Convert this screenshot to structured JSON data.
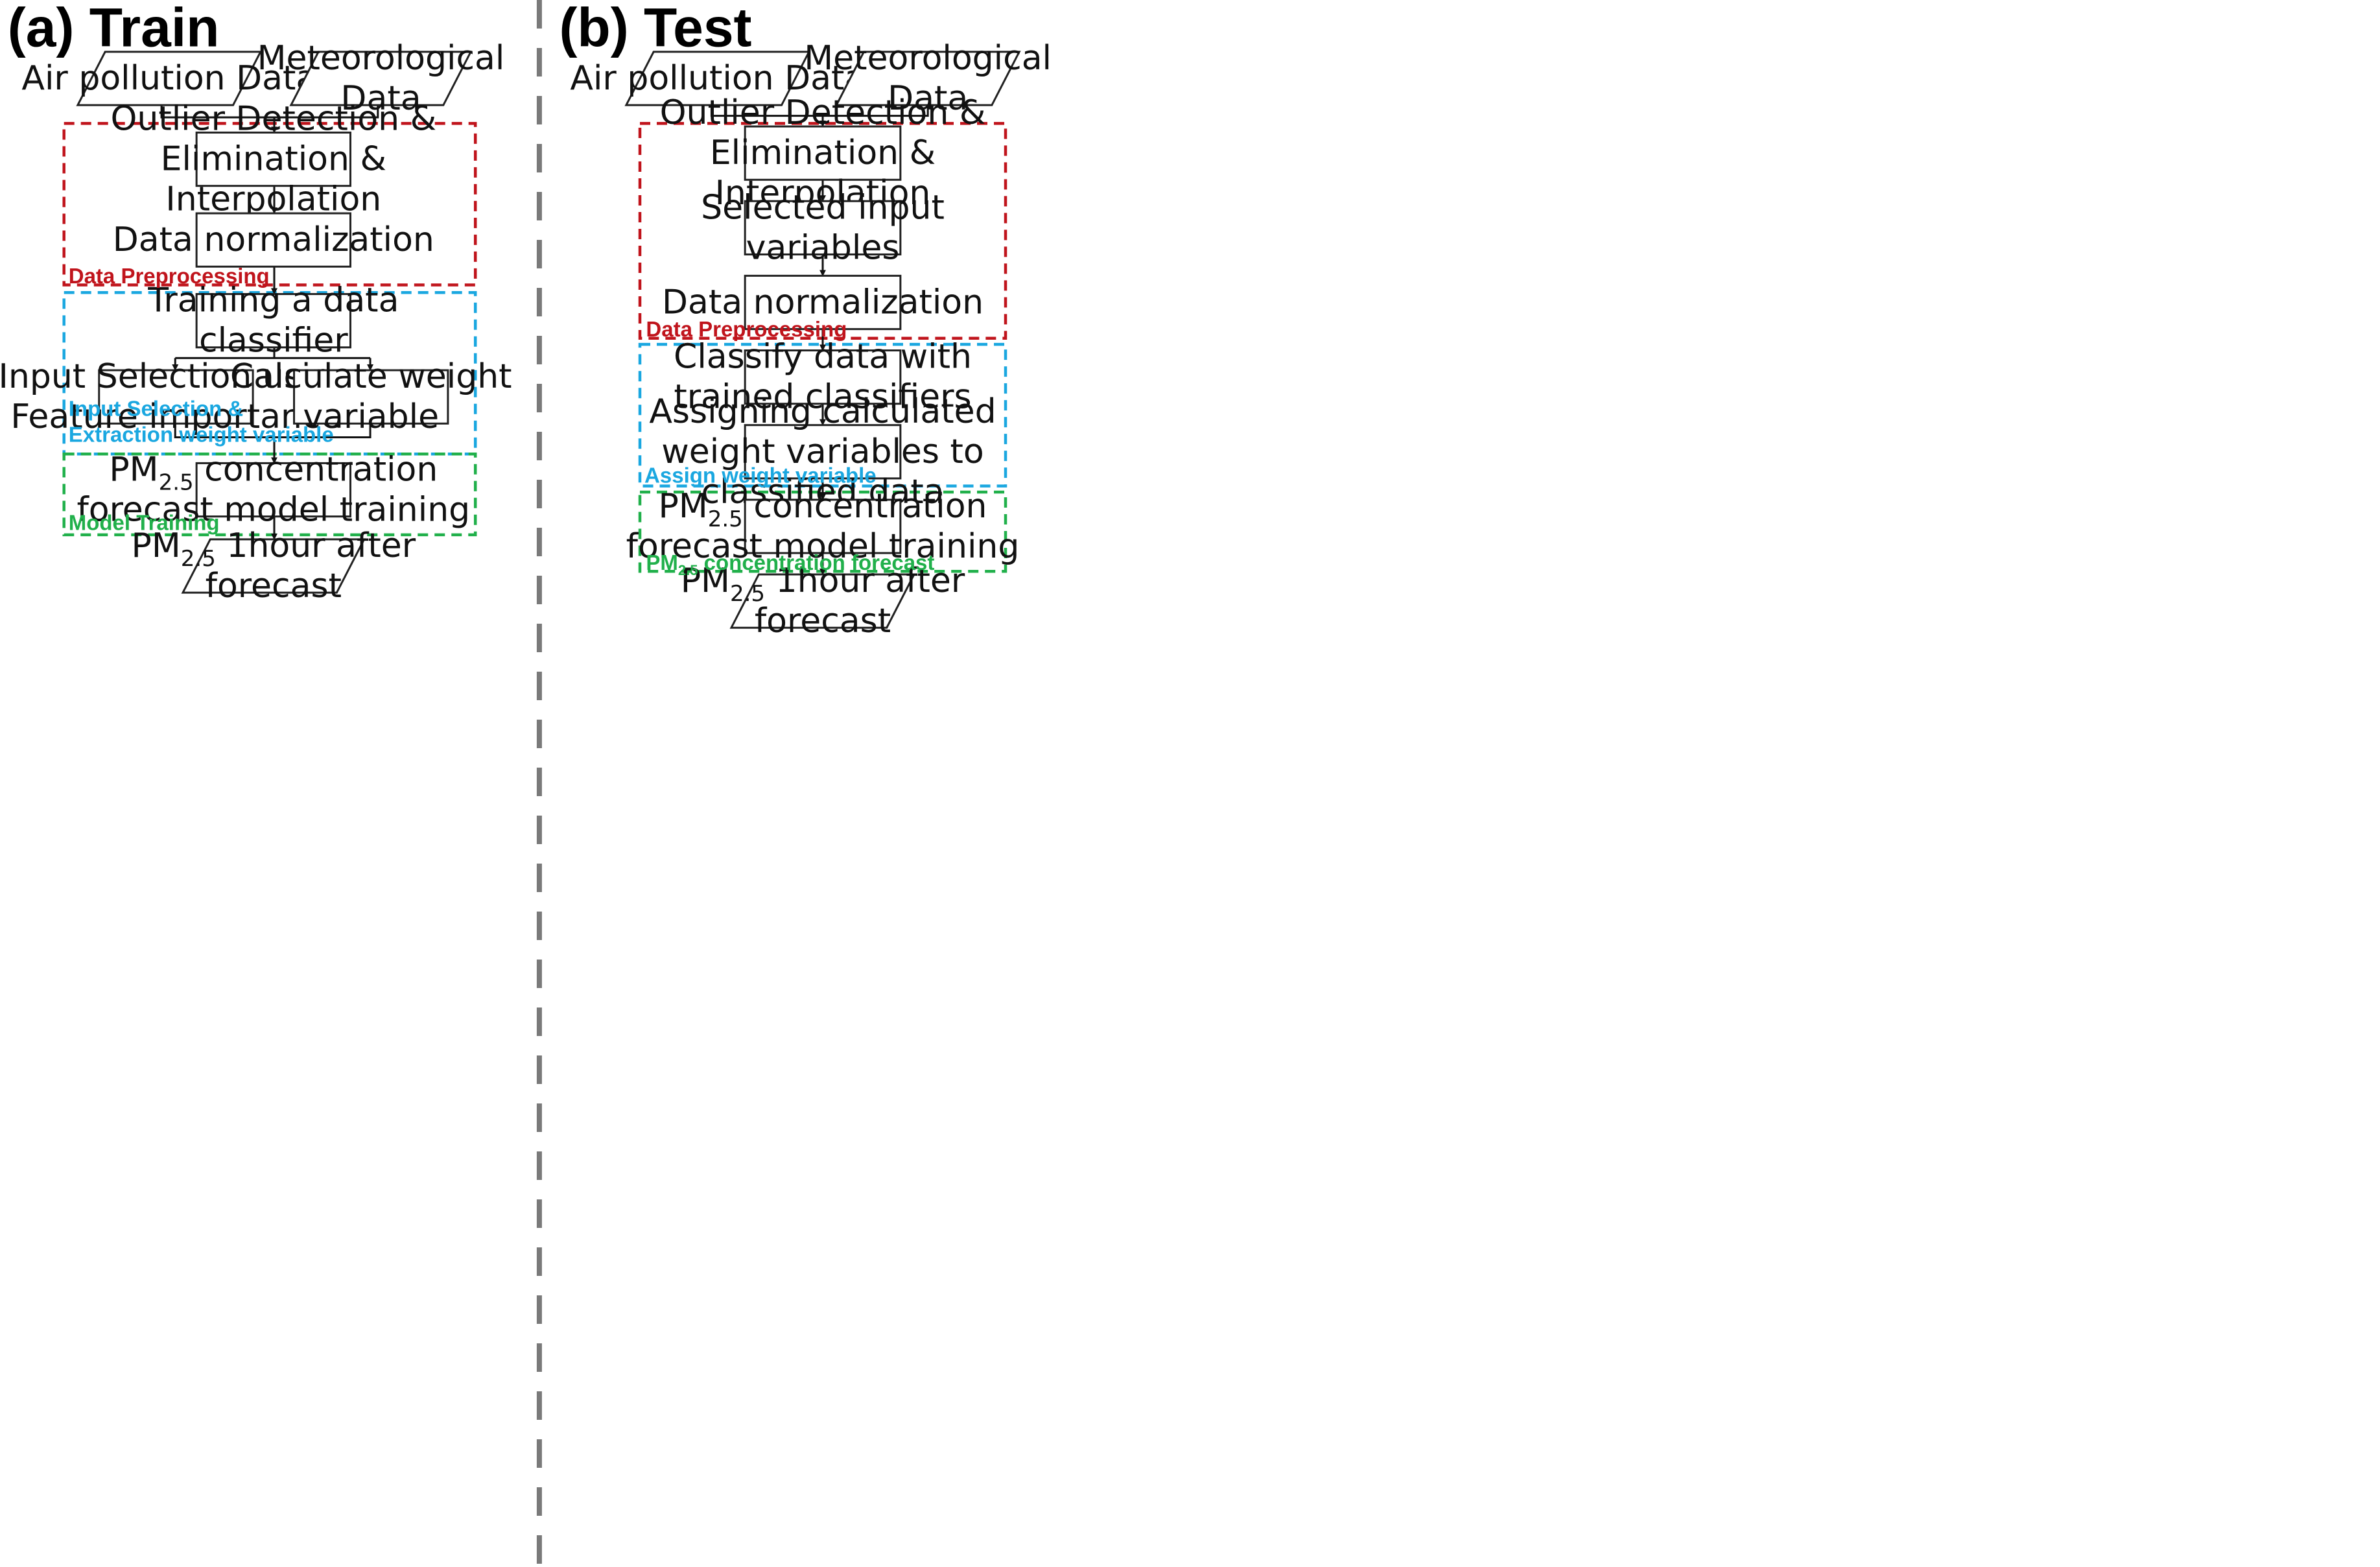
{
  "panels": {
    "train": {
      "title": "(a) Train",
      "nodes": {
        "air": [
          "Air pollution Data"
        ],
        "met": [
          "Meteorological",
          "Data"
        ],
        "outlier": [
          "Outlier Detection &",
          "Elimination &",
          "Interpolation"
        ],
        "norm": [
          "Data normalization"
        ],
        "classifier": [
          "Training a data",
          "classifier"
        ],
        "inputsel": [
          "Input Selection using",
          "Feature importance"
        ],
        "weight": [
          "Calculate weight",
          "variable"
        ],
        "pmtrain": [
          [
            {
              "t": "PM"
            },
            {
              "t": "2.5",
              "sub": true
            },
            {
              "t": " concentration"
            }
          ],
          "forecast model training"
        ],
        "pmout": [
          [
            {
              "t": "PM"
            },
            {
              "t": "2.5",
              "sub": true
            },
            {
              "t": " 1hour after"
            }
          ],
          "forecast"
        ]
      },
      "groups": {
        "pre": {
          "label": [
            "Data Preprocessing"
          ],
          "color": "#c0141c"
        },
        "sel": {
          "label": [
            "Input Selection &",
            "Extraction weight variable"
          ],
          "color": "#1aa7e0"
        },
        "model": {
          "label": [
            "Model Training"
          ],
          "color": "#21b04b"
        }
      }
    },
    "test": {
      "title": "(b) Test",
      "nodes": {
        "air": [
          "Air pollution Data"
        ],
        "met": [
          "Meteorological",
          "Data"
        ],
        "outlier": [
          "Outlier Detection &",
          "Elimination &",
          "Interpolation"
        ],
        "selected": [
          "Selected input",
          "variables"
        ],
        "norm": [
          "Data normalization"
        ],
        "classify": [
          "Classify data with",
          "trained classifiers"
        ],
        "assign": [
          "Assigning calculated",
          "weight variables to",
          "classified data"
        ],
        "pmtrain": [
          [
            {
              "t": "PM"
            },
            {
              "t": "2.5",
              "sub": true
            },
            {
              "t": " concentration"
            }
          ],
          "forecast model training"
        ],
        "pmout": [
          [
            {
              "t": "PM"
            },
            {
              "t": "2.5",
              "sub": true
            },
            {
              "t": " 1hour after"
            }
          ],
          "forecast"
        ]
      },
      "groups": {
        "pre": {
          "label": [
            "Data Preprocessing"
          ],
          "color": "#c0141c"
        },
        "assign": {
          "label": [
            "Assign weight variable"
          ],
          "color": "#1aa7e0"
        },
        "fc": {
          "label": [
            [
              {
                "t": "PM"
              },
              {
                "t": "2.5",
                "sub": true
              },
              {
                "t": " concentration forecast"
              }
            ]
          ],
          "color": "#21b04b"
        }
      }
    }
  },
  "divider_color": "#7a7a7a",
  "icons": [
    "arrowhead"
  ]
}
